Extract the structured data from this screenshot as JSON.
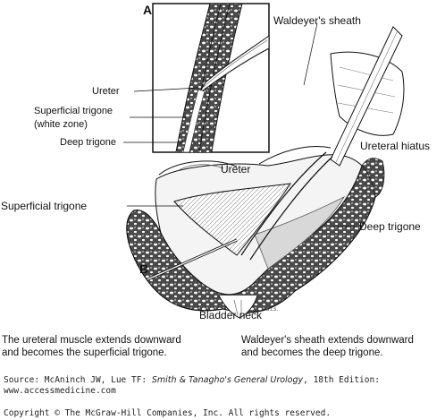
{
  "figure": {
    "panel_a": "A",
    "panel_b": "B",
    "labels": {
      "waldeyers_sheath": "Waldeyer's sheath",
      "ureter_inset": "Ureter",
      "superficial_trigone_inset_1": "Superficial trigone",
      "superficial_trigone_inset_2": "(white zone)",
      "deep_trigone_inset": "Deep trigone",
      "ureteral_hiatus": "Ureteral hiatus",
      "ureter_main": "Ureter",
      "superficial_trigone_main": "Superficial trigone",
      "deep_trigone_main": "Deep trigone",
      "bladder_neck": "Bladder neck",
      "artist_mark": "b.t.s."
    }
  },
  "caption": {
    "left_line1": "The ureteral muscle extends downward",
    "left_line2": "and becomes the superficial trigone.",
    "right_line1": "Waldeyer's sheath extends downward",
    "right_line2": "and becomes the deep trigone."
  },
  "source": {
    "prefix": "Source: McAninch JW, Lue TF: ",
    "book": "Smith & Tanagho's General Urology",
    "suffix": ", 18th Edition:",
    "url": "www.accessmedicine.com"
  },
  "copyright": "Copyright © The McGraw-Hill Companies, Inc. All rights reserved."
}
